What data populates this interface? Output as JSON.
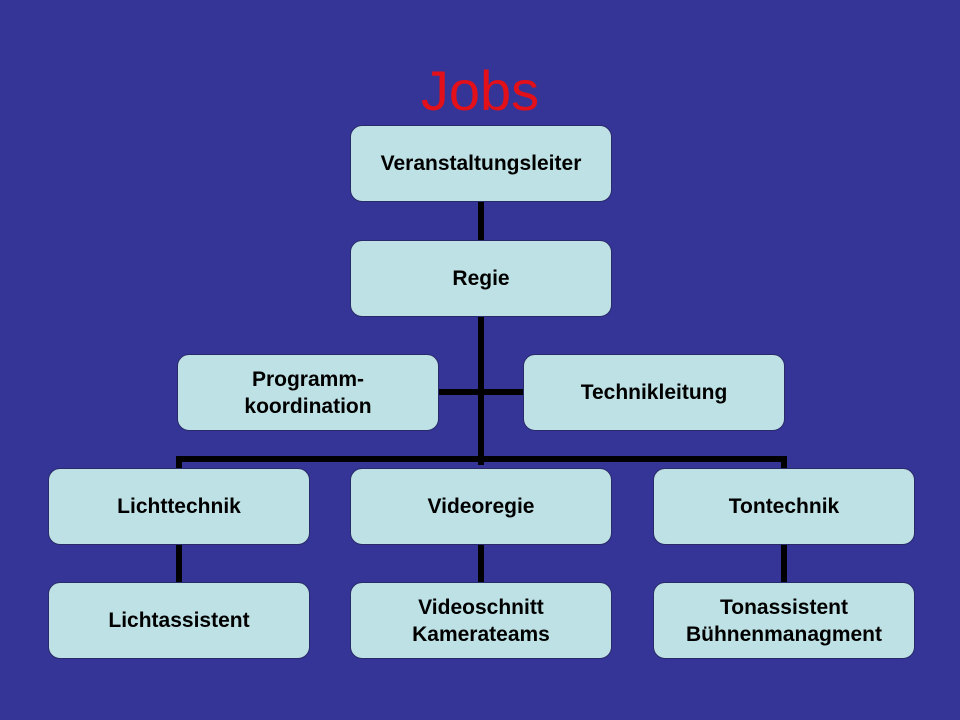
{
  "slide": {
    "title": "Jobs",
    "background_color": "#343596",
    "title_color": "#e3101a",
    "box_fill_color": "#bde1e4",
    "connector_color": "#000000"
  },
  "org_chart": {
    "top": "Veranstaltungsleiter",
    "second": "Regie",
    "assistants": {
      "left": "Programm-\nkoordination",
      "right": "Technikleitung"
    },
    "departments": [
      {
        "label": "Lichttechnik",
        "sub": "Lichtassistent"
      },
      {
        "label": "Videoregie",
        "sub": "Videoschnitt\nKamerateams"
      },
      {
        "label": "Tontechnik",
        "sub": "Tonassistent\nBühnenmanagment"
      }
    ]
  }
}
